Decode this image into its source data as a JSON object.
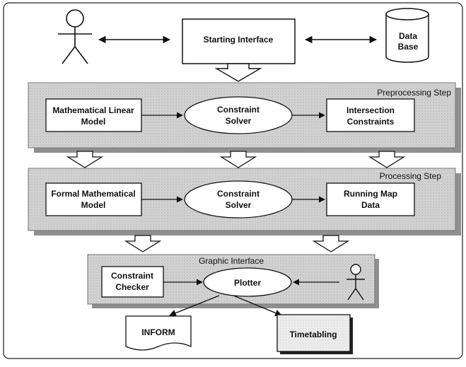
{
  "diagram": {
    "start": {
      "label": "Starting Interface"
    },
    "database": {
      "line1": "Data",
      "line2": "Base"
    },
    "preprocessing": {
      "title": "Preprocessing Step",
      "model": {
        "line1": "Mathematical Linear",
        "line2": "Model"
      },
      "solver": {
        "line1": "Constraint",
        "line2": "Solver"
      },
      "output": {
        "line1": "Intersection",
        "line2": "Constraints"
      }
    },
    "processing": {
      "title": "Processing Step",
      "model": {
        "line1": "Formal Mathematical",
        "line2": "Model"
      },
      "solver": {
        "line1": "Constraint",
        "line2": "Solver"
      },
      "output": {
        "line1": "Running Map",
        "line2": "Data"
      }
    },
    "graphic": {
      "title": "Graphic Interface",
      "checker": {
        "line1": "Constraint",
        "line2": "Checker"
      },
      "plotter": {
        "label": "Plotter"
      }
    },
    "outputs": {
      "inform": "INFORM",
      "timetabling": "Timetabling"
    },
    "colors": {
      "panel": "#d2d2d2",
      "panel_dark": "#a9a9a9",
      "stroke": "#111111",
      "box": "#ffffff"
    }
  }
}
